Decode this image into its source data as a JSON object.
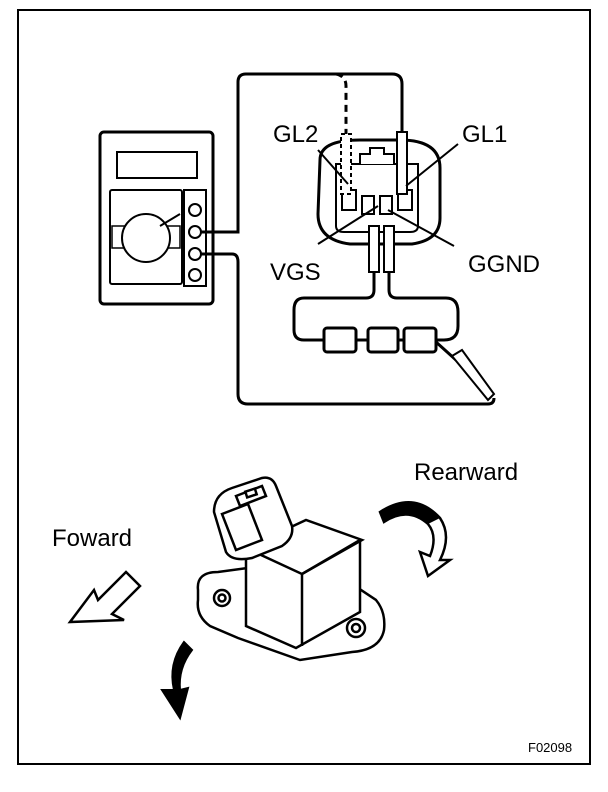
{
  "labels": {
    "gl2": "GL2",
    "gl1": "GL1",
    "vgs": "VGS",
    "ggnd": "GGND",
    "rearward": "Rearward",
    "foward": "Foward"
  },
  "figure_code": "F02098",
  "colors": {
    "line": "#000000",
    "background": "#ffffff"
  }
}
